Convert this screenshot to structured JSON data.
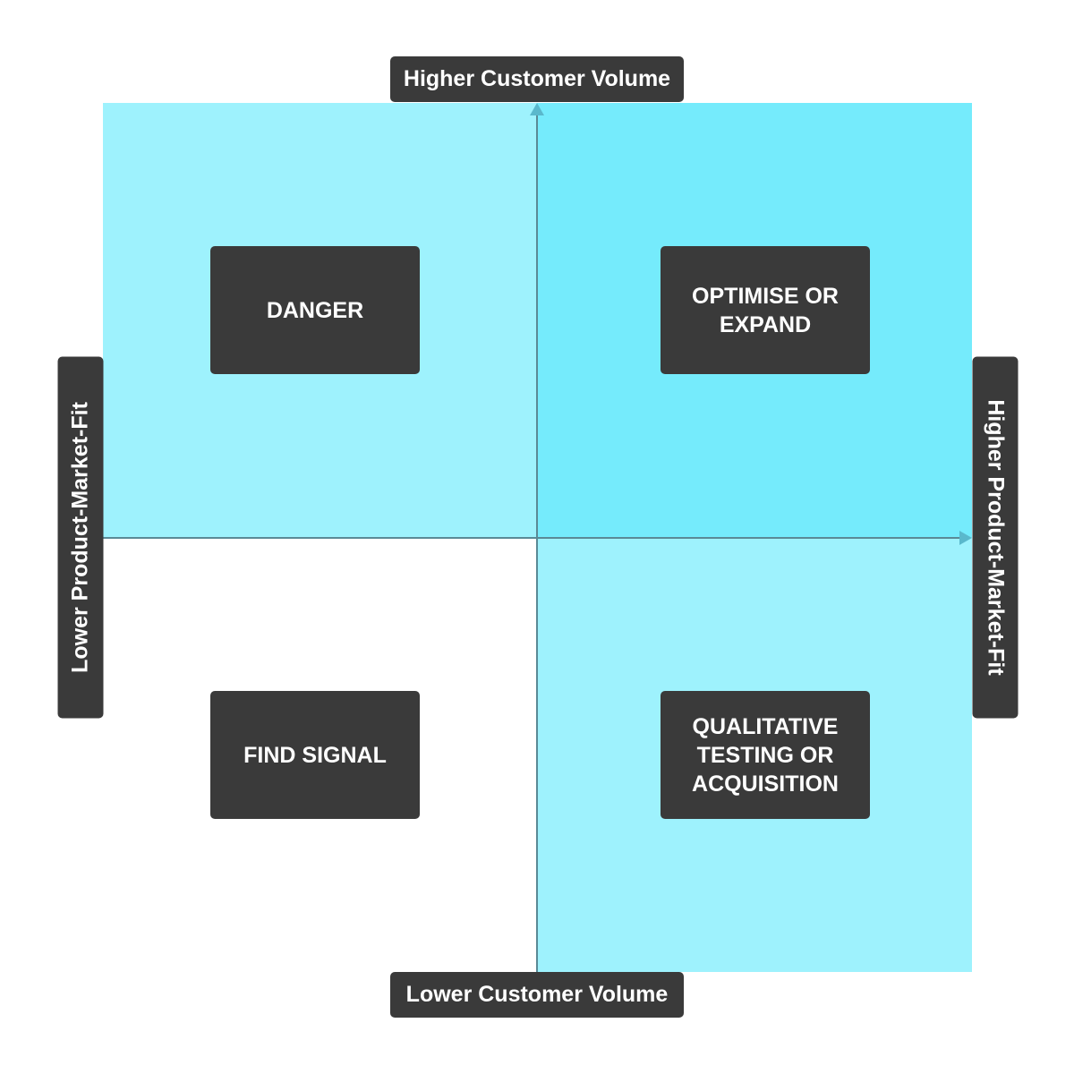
{
  "axes": {
    "top": "Higher Customer Volume",
    "bottom": "Lower Customer Volume",
    "left": "Lower Product-Market-Fit",
    "right": "Higher Product-Market-Fit"
  },
  "quadrants": {
    "top_left": "DANGER",
    "top_right": "OPTIMISE OR EXPAND",
    "bottom_left": "FIND SIGNAL",
    "bottom_right": "QUALITATIVE TESTING OR ACQUISITION"
  },
  "colors": {
    "quadrant_light": "#9ef2fd",
    "quadrant_strong": "#75ebfc",
    "label_background": "#3a3a3a",
    "label_text": "#ffffff",
    "axis_line": "#5a8a96"
  }
}
